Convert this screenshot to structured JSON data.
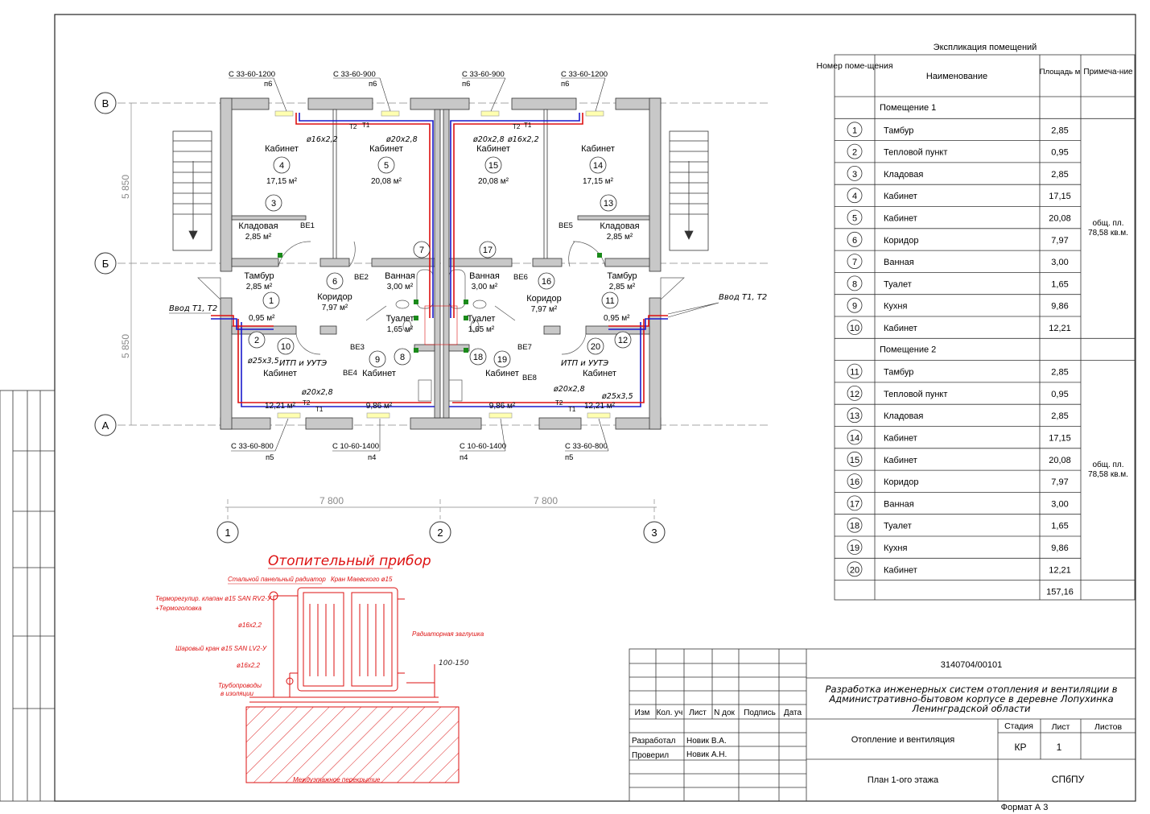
{
  "plan": {
    "axes": {
      "rows": [
        "В",
        "Б",
        "А"
      ],
      "cols": [
        "1",
        "2",
        "3"
      ]
    },
    "dims": {
      "vertical": [
        "5 850",
        "5 850"
      ],
      "horizontal": [
        "7 800",
        "7 800"
      ]
    },
    "windows_top": [
      {
        "code": "С 33-60-1200",
        "pos": "п6"
      },
      {
        "code": "С 33-60-900",
        "pos": "п6"
      },
      {
        "code": "С 33-60-900",
        "pos": "п6"
      },
      {
        "code": "С 33-60-1200",
        "pos": "п6"
      }
    ],
    "windows_bottom": [
      {
        "code": "С 33-60-800",
        "pos": "п5"
      },
      {
        "code": "С 10-60-1400",
        "pos": "п4"
      },
      {
        "code": "С 10-60-1400",
        "pos": "п4"
      },
      {
        "code": "С 33-60-800",
        "pos": "п5"
      }
    ],
    "rooms": [
      {
        "name": "Кабинет",
        "num": "4",
        "area": "17,15 м²"
      },
      {
        "name": "Кабинет",
        "num": "5",
        "area": "20,08 м²"
      },
      {
        "name": "Кабинет",
        "num": "15",
        "area": "20,08 м²"
      },
      {
        "name": "Кабинет",
        "num": "14",
        "area": "17,15 м²"
      },
      {
        "name": "Кладовая",
        "num": "3",
        "area": "2,85 м²"
      },
      {
        "name": "Кладовая",
        "num": "13",
        "area": "2,85 м²"
      },
      {
        "name": "Тамбур",
        "num": "1",
        "area": "2,85 м²"
      },
      {
        "name": "Тамбур",
        "num": "11",
        "area": "2,85 м²"
      },
      {
        "name": "Коридор",
        "num": "6",
        "area": "7,97 м²"
      },
      {
        "name": "Коридор",
        "num": "16",
        "area": "7,97 м²"
      },
      {
        "name": "Ванная",
        "num": "7",
        "area": "3,00 м²"
      },
      {
        "name": "Ванная",
        "num": "17",
        "area": "3,00 м²"
      },
      {
        "name": "Туалет",
        "num": "8",
        "area": "1,65 м²"
      },
      {
        "name": "Туалет",
        "num": "18",
        "area": "1,65 м²"
      },
      {
        "name": "Кабинет",
        "num": "10",
        "area": "12,21 м²"
      },
      {
        "name": "Кабинет",
        "num": "20",
        "area": "12,21 м²"
      },
      {
        "name": "Кабинет",
        "num": "9",
        "area": "9,86 м²"
      },
      {
        "name": "Кабинет",
        "num": "19",
        "area": "9,86 м²"
      }
    ],
    "itp_label": "ИТП и УУТЭ",
    "heat_area_1": "0,95 м²",
    "heat_area_2": "0,95 м²",
    "num2": "2",
    "num12": "12",
    "inlet": "Ввод Т1, Т2",
    "pipes": {
      "p16": "ø16х2,2",
      "p20": "ø20х2,8",
      "p25": "ø25х3,5"
    },
    "ve": [
      "ВЕ1",
      "ВЕ2",
      "ВЕ3",
      "ВЕ4",
      "ВЕ5",
      "ВЕ6",
      "ВЕ7",
      "ВЕ8"
    ],
    "t1": "Т1",
    "t2": "Т2"
  },
  "detail": {
    "title": "Отопительный прибор",
    "radiator": "Стальной панельный радиатор",
    "mayevsky": "Кран Маевского ø15",
    "thermo_valve": "Терморегулир. клапан ø15 SAN RV2-У",
    "thermo_head": "+Термоголовка",
    "pipe1": "ø16х2,2",
    "ball_valve": "Шаровый кран ø15  SAN LV2-У",
    "pipe2": "ø16х2,2",
    "pipes_insul_1": "Трубопроводы",
    "pipes_insul_2": "в изоляции",
    "plug": "Радиаторная заглушка",
    "dim": "100-150",
    "floor": "Междуэтажное перекрытие"
  },
  "explication": {
    "title": "Экспликация помещений",
    "headers": {
      "num": "Номер поме-щения",
      "name": "Наименование",
      "area": "Площадь м",
      "note": "Примеча-ние"
    },
    "group1": "Помещение 1",
    "group2": "Помещение 2",
    "rows1": [
      {
        "n": "1",
        "name": "Тамбур",
        "area": "2,85"
      },
      {
        "n": "2",
        "name": "Тепловой пункт",
        "area": "0,95"
      },
      {
        "n": "3",
        "name": "Кладовая",
        "area": "2,85"
      },
      {
        "n": "4",
        "name": "Кабинет",
        "area": "17,15"
      },
      {
        "n": "5",
        "name": "Кабинет",
        "area": "20,08"
      },
      {
        "n": "6",
        "name": "Коридор",
        "area": "7,97"
      },
      {
        "n": "7",
        "name": "Ванная",
        "area": "3,00"
      },
      {
        "n": "8",
        "name": "Туалет",
        "area": "1,65"
      },
      {
        "n": "9",
        "name": "Кухня",
        "area": "9,86"
      },
      {
        "n": "10",
        "name": "Кабинет",
        "area": "12,21"
      }
    ],
    "rows2": [
      {
        "n": "11",
        "name": "Тамбур",
        "area": "2,85"
      },
      {
        "n": "12",
        "name": "Тепловой пункт",
        "area": "0,95"
      },
      {
        "n": "13",
        "name": "Кладовая",
        "area": "2,85"
      },
      {
        "n": "14",
        "name": "Кабинет",
        "area": "17,15"
      },
      {
        "n": "15",
        "name": "Кабинет",
        "area": "20,08"
      },
      {
        "n": "16",
        "name": "Коридор",
        "area": "7,97"
      },
      {
        "n": "17",
        "name": "Ванная",
        "area": "3,00"
      },
      {
        "n": "18",
        "name": "Туалет",
        "area": "1,65"
      },
      {
        "n": "19",
        "name": "Кухня",
        "area": "9,86"
      },
      {
        "n": "20",
        "name": "Кабинет",
        "area": "12,21"
      }
    ],
    "note1": [
      "общ. пл.",
      "78,58 кв.м."
    ],
    "note2": [
      "общ. пл.",
      "78,58 кв.м."
    ],
    "total": "157,16"
  },
  "stamp": {
    "code": "3140704/00101",
    "project": [
      "Разработка инженерных систем отопления и вентиляции в",
      "Административно-бытовом корпусе в деревне Лопухинка",
      "Ленинградской области"
    ],
    "cols": [
      "Изм",
      "Кол. уч",
      "Лист",
      "N док",
      "Подпись",
      "Дата"
    ],
    "developed": "Разработал",
    "checked": "Проверил",
    "dev_name": "Новик В.А.",
    "chk_name": "Новик А.Н.",
    "section": "Отопление и вентиляция",
    "stage_h": "Стадия",
    "sheet_h": "Лист",
    "sheets_h": "Листов",
    "stage": "КР",
    "sheet": "1",
    "drawing": "План 1-ого этажа",
    "org": "СПбПУ",
    "format": "Формат А 3"
  }
}
